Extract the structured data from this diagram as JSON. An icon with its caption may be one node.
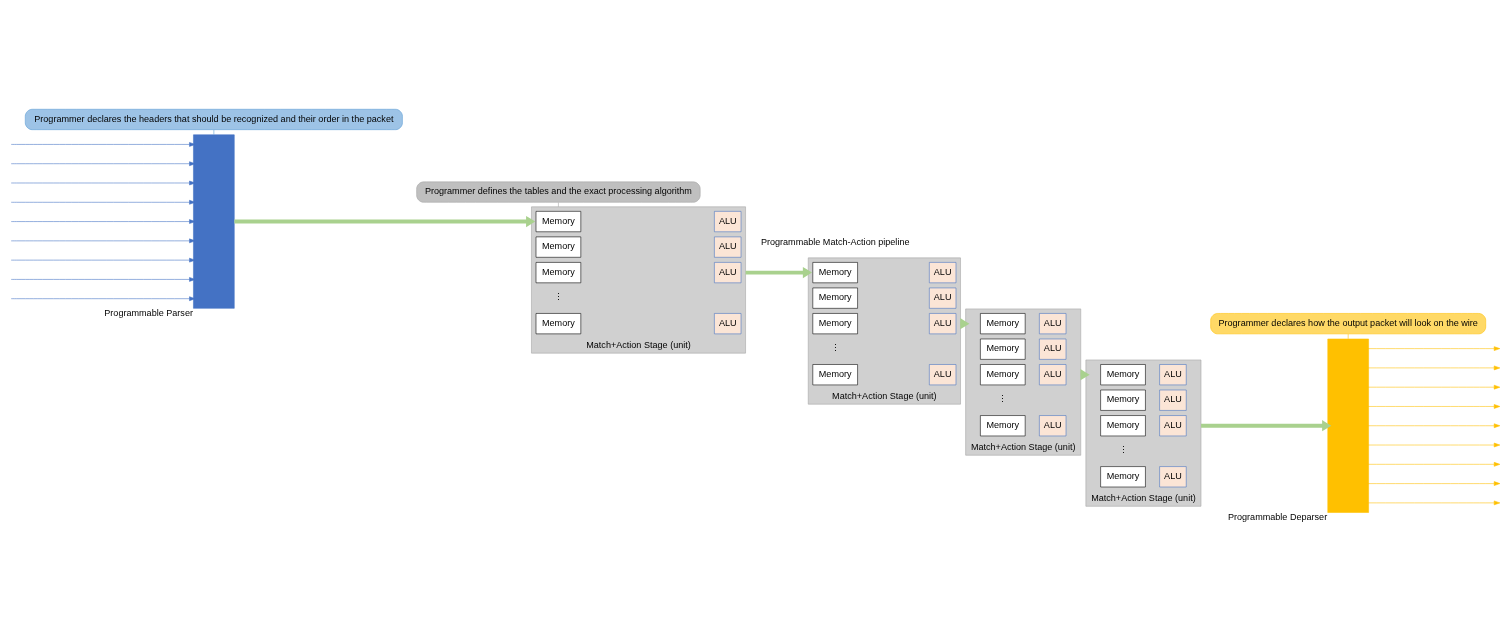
{
  "diagram": {
    "nodes": [
      {
        "text": [
          "Programmer declares the headers that should be recognized and their order in the packet"
        ]
      },
      {
        "text": [
          "Programmer defines the tables and the exact processing algorithm"
        ]
      },
      {
        "text": [
          "Programmer declares how the output packet will look on the wire"
        ]
      },
      {
        "text": [],
        "shape": "box",
        "beside": [
          "Programmable Parser"
        ]
      },
      {
        "text": [],
        "shape": "box",
        "beside": [
          "Match+Action Stage (unit)"
        ]
      },
      {
        "text": [
          "Memory"
        ],
        "in": 4
      },
      {
        "text": [
          "ALU"
        ],
        "in": 4
      },
      {
        "text": [
          "Memory"
        ],
        "in": 4
      },
      {
        "text": [
          "ALU"
        ],
        "in": 4
      },
      {
        "text": [
          "Memory"
        ],
        "in": 4
      },
      {
        "text": [
          "ALU"
        ],
        "in": 4
      },
      {
        "text": [
          "Memory"
        ],
        "in": 4
      },
      {
        "text": [
          "ALU"
        ],
        "in": 4
      },
      {
        "text": [],
        "shape": "box",
        "beside": [
          "Match+Action Stage (unit)"
        ]
      },
      {
        "text": [
          "Memory"
        ],
        "in": 13
      },
      {
        "text": [
          "ALU"
        ],
        "in": 13
      },
      {
        "text": [
          "Memory"
        ],
        "in": 13
      },
      {
        "text": [
          "ALU"
        ],
        "in": 13
      },
      {
        "text": [
          "Memory"
        ],
        "in": 13
      },
      {
        "text": [
          "ALU"
        ],
        "in": 13
      },
      {
        "text": [
          "Memory"
        ],
        "in": 13
      },
      {
        "text": [
          "ALU"
        ],
        "in": 13
      },
      {
        "text": [],
        "shape": "box",
        "beside": [
          "Match+Action Stage (unit)"
        ]
      },
      {
        "text": [
          "Memory"
        ],
        "in": 22
      },
      {
        "text": [
          "ALU"
        ],
        "in": 22
      },
      {
        "text": [
          "Memory"
        ],
        "in": 22
      },
      {
        "text": [
          "ALU"
        ],
        "in": 22
      },
      {
        "text": [
          "Memory"
        ],
        "in": 22
      },
      {
        "text": [
          "ALU"
        ],
        "in": 22
      },
      {
        "text": [
          "Memory"
        ],
        "in": 22
      },
      {
        "text": [
          "ALU"
        ],
        "in": 22
      },
      {
        "text": [],
        "shape": "box",
        "beside": [
          "Match+Action Stage (unit)"
        ]
      },
      {
        "text": [
          "Memory"
        ],
        "in": 31
      },
      {
        "text": [
          "ALU"
        ],
        "in": 31
      },
      {
        "text": [
          "Memory"
        ],
        "in": 31
      },
      {
        "text": [
          "ALU"
        ],
        "in": 31
      },
      {
        "text": [
          "Memory"
        ],
        "in": 31
      },
      {
        "text": [
          "ALU"
        ],
        "in": 31
      },
      {
        "text": [
          "Memory"
        ],
        "in": 31
      },
      {
        "text": [
          "ALU"
        ],
        "in": 31
      },
      {
        "text": [],
        "shape": "box",
        "beside": [
          "Programmable Deparser"
        ]
      }
    ],
    "edges": [
      {
        "from": 0,
        "to": 3,
        "arrow": "none",
        "color": "#5b9bd5"
      },
      {
        "from": 1,
        "to": 4,
        "arrow": "none",
        "color": "#a5a5a5"
      },
      {
        "from": 2,
        "to": 40,
        "arrow": "none",
        "color": "#ffc000"
      },
      {
        "from": null,
        "to": 3,
        "arrow": "to",
        "color": "#4472c4"
      },
      {
        "from": null,
        "to": 3,
        "arrow": "to",
        "color": "#4472c4"
      },
      {
        "from": null,
        "to": 3,
        "arrow": "to",
        "color": "#4472c4"
      },
      {
        "from": null,
        "to": 3,
        "arrow": "to",
        "color": "#4472c4"
      },
      {
        "from": null,
        "to": 3,
        "arrow": "to",
        "color": "#4472c4"
      },
      {
        "from": null,
        "to": 3,
        "arrow": "to",
        "color": "#4472c4"
      },
      {
        "from": null,
        "to": 3,
        "arrow": "to",
        "color": "#4472c4"
      },
      {
        "from": null,
        "to": 3,
        "arrow": "to",
        "color": "#4472c4"
      },
      {
        "from": null,
        "to": 3,
        "arrow": "to",
        "color": "#4472c4"
      },
      {
        "from": 3,
        "to": 4,
        "arrow": "to",
        "style": "thick",
        "color": "#a9d18e"
      },
      {
        "from": 4,
        "to": 13,
        "arrow": "to",
        "style": "thick",
        "color": "#a9d18e"
      },
      {
        "from": 13,
        "to": 22,
        "arrow": "to",
        "style": "thick",
        "color": "#a9d18e"
      },
      {
        "from": 22,
        "to": 31,
        "arrow": "to",
        "style": "thick",
        "color": "#a9d18e"
      },
      {
        "from": 31,
        "to": 40,
        "arrow": "to",
        "style": "thick",
        "color": "#a9d18e"
      },
      {
        "from": 40,
        "to": null,
        "arrow": "to",
        "color": "#ffc000"
      },
      {
        "from": 40,
        "to": null,
        "arrow": "to",
        "color": "#ffc000"
      },
      {
        "from": 40,
        "to": null,
        "arrow": "to",
        "color": "#ffc000"
      },
      {
        "from": 40,
        "to": null,
        "arrow": "to",
        "color": "#ffc000"
      },
      {
        "from": 40,
        "to": null,
        "arrow": "to",
        "color": "#ffc000"
      },
      {
        "from": 40,
        "to": null,
        "arrow": "to",
        "color": "#ffc000"
      },
      {
        "from": 40,
        "to": null,
        "arrow": "to",
        "color": "#ffc000"
      },
      {
        "from": 40,
        "to": null,
        "arrow": "to",
        "color": "#ffc000"
      },
      {
        "from": 40,
        "to": null,
        "arrow": "to",
        "color": "#ffc000"
      }
    ],
    "labels": [
      "Programmable Match-Action pipeline",
      "⋮",
      "⋮",
      "⋮",
      "⋮"
    ]
  }
}
